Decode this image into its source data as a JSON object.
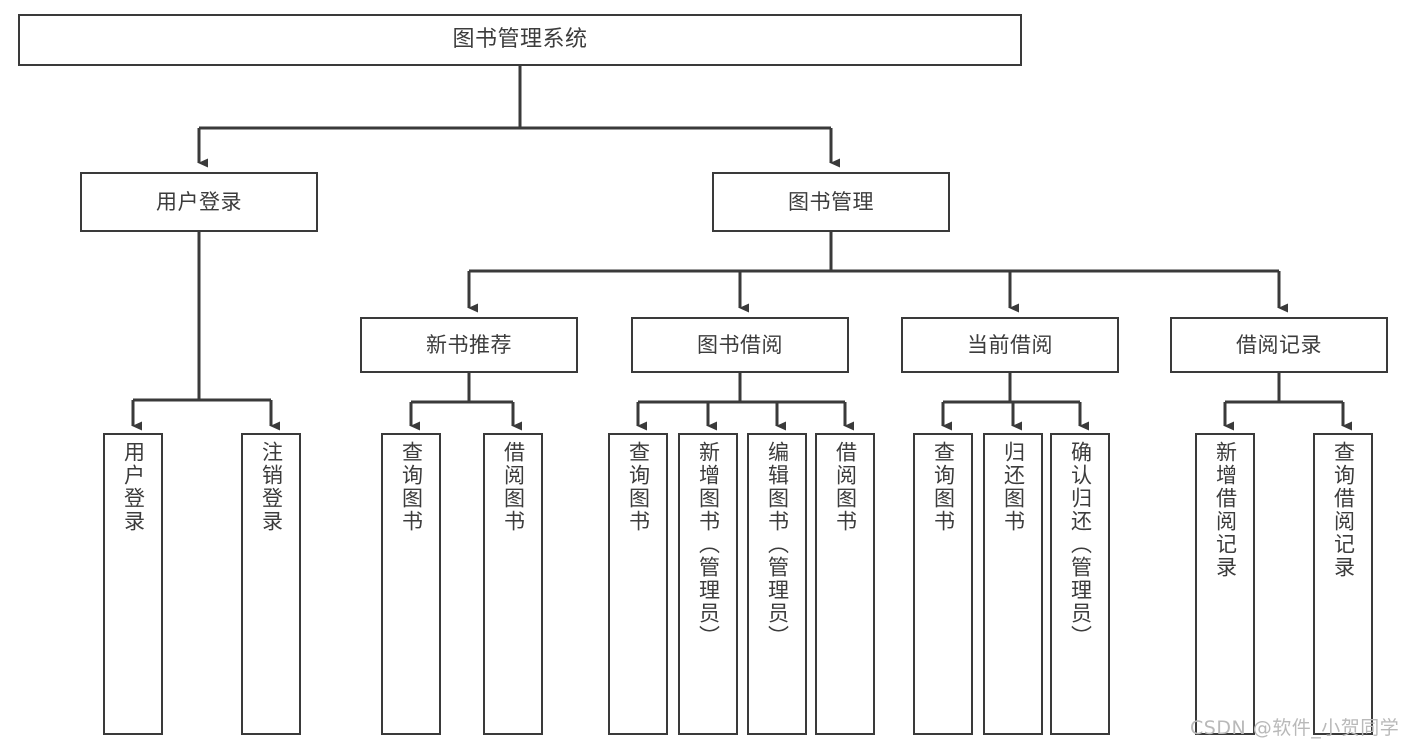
{
  "diagram": {
    "title": "图书管理系统",
    "type": "tree-hierarchy-chart",
    "watermark": "CSDN @软件_小贺同学",
    "colors": {
      "box_border": "#3a3a3a",
      "box_fill": "#ffffff",
      "text": "#3c3c3c",
      "edge": "#3a3a3a",
      "watermark": "#b9b9b9",
      "background": "#ffffff"
    }
  },
  "nodes": {
    "root": {
      "label": "图书管理系统"
    },
    "level1": [
      {
        "label": "用户登录"
      },
      {
        "label": "图书管理"
      }
    ],
    "level2": [
      {
        "label": "新书推荐"
      },
      {
        "label": "图书借阅"
      },
      {
        "label": "当前借阅"
      },
      {
        "label": "借阅记录"
      }
    ],
    "leaves": {
      "user_login": [
        {
          "label": "用户登录"
        },
        {
          "label": "注销登录"
        }
      ],
      "new_book_recommend": [
        {
          "label": "查询图书"
        },
        {
          "label": "借阅图书"
        }
      ],
      "book_borrow": [
        {
          "label": "查询图书"
        },
        {
          "label": "新增图书（管理员）"
        },
        {
          "label": "编辑图书（管理员）"
        },
        {
          "label": "借阅图书"
        }
      ],
      "current_borrow": [
        {
          "label": "查询图书"
        },
        {
          "label": "归还图书"
        },
        {
          "label": "确认归还（管理员）"
        }
      ],
      "borrow_record": [
        {
          "label": "新增借阅记录"
        },
        {
          "label": "查询借阅记录"
        }
      ]
    }
  }
}
